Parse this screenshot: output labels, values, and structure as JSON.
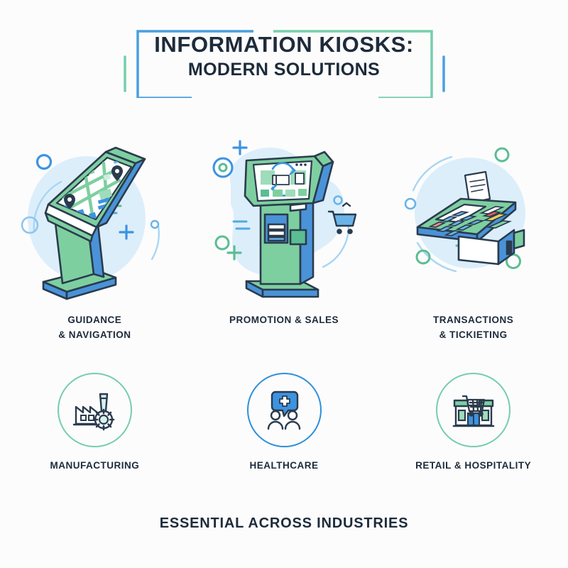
{
  "page": {
    "background_color": "#fcfcfd",
    "text_color": "#1d2b3a"
  },
  "header": {
    "title_line1": "INFORMATION KIOSKS:",
    "title_line2": "MODERN SOLUTIONS",
    "frame": {
      "left_bracket_color": "#4a9fe0",
      "right_bracket_color": "#76ceaa",
      "left_accent_color": "#76ceaa",
      "right_accent_color": "#4a9fe0"
    }
  },
  "kiosks": {
    "items": [
      {
        "id": "guidance-navigation",
        "label_line1": "GUIDANCE",
        "label_line2": "& NAVIGATION",
        "icon": "wayfinding-kiosk-icon",
        "blob_color": "#ddeefb",
        "body_color": "#7ecfa0",
        "side_color": "#4a93d8",
        "screen_accent": "#79c99c"
      },
      {
        "id": "promotion-sales",
        "label_line1": "PROMOTION & SALES",
        "label_line2": "",
        "icon": "sales-kiosk-icon",
        "blob_color": "#ddeefb",
        "body_color": "#7ecfa0",
        "side_color": "#4a93d8",
        "screen_accent": "#79c99c"
      },
      {
        "id": "transactions-ticketing",
        "label_line1": "TRANSACTIONS",
        "label_line2": "& TICKIETING",
        "icon": "pos-terminal-icon",
        "blob_color": "#dceefa",
        "body_color": "#7ecfa0",
        "side_color": "#4a93d8",
        "screen_accent": "#ffffff"
      }
    ]
  },
  "industries": {
    "items": [
      {
        "id": "manufacturing",
        "label": "MANUFACTURING",
        "icon": "factory-gear-icon",
        "ring_color": "#76ceaa"
      },
      {
        "id": "healthcare",
        "label": "HEALTHCARE",
        "icon": "medical-cross-people-icon",
        "ring_color": "#2f90d8"
      },
      {
        "id": "retail-hospitality",
        "label": "RETAIL & HOSPITALITY",
        "icon": "storefront-cart-icon",
        "ring_color": "#76ceaa"
      }
    ]
  },
  "footer": {
    "tagline": "ESSENTIAL ACROSS INDUSTRIES"
  },
  "palette": {
    "navy": "#1d2b3a",
    "green": "#76ceaa",
    "green_dark": "#5bbd92",
    "blue": "#4a9fe0",
    "blue_dark": "#2f80c8",
    "light_blue_blob": "#ddeefb",
    "outline": "#2a3b4d"
  }
}
